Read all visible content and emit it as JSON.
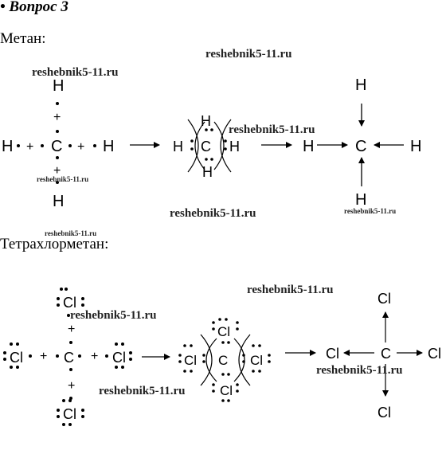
{
  "header": {
    "title": "• Вопрос 3"
  },
  "methane": {
    "label": "Метан:",
    "atoms": {
      "H": "H",
      "C": "C"
    },
    "plus": "+"
  },
  "ccl4": {
    "label": "Тетрахлорметан:",
    "atoms": {
      "Cl": "Cl",
      "C": "C"
    },
    "plus": "+"
  },
  "watermark": {
    "text": "reshebnik5-11.ru"
  }
}
